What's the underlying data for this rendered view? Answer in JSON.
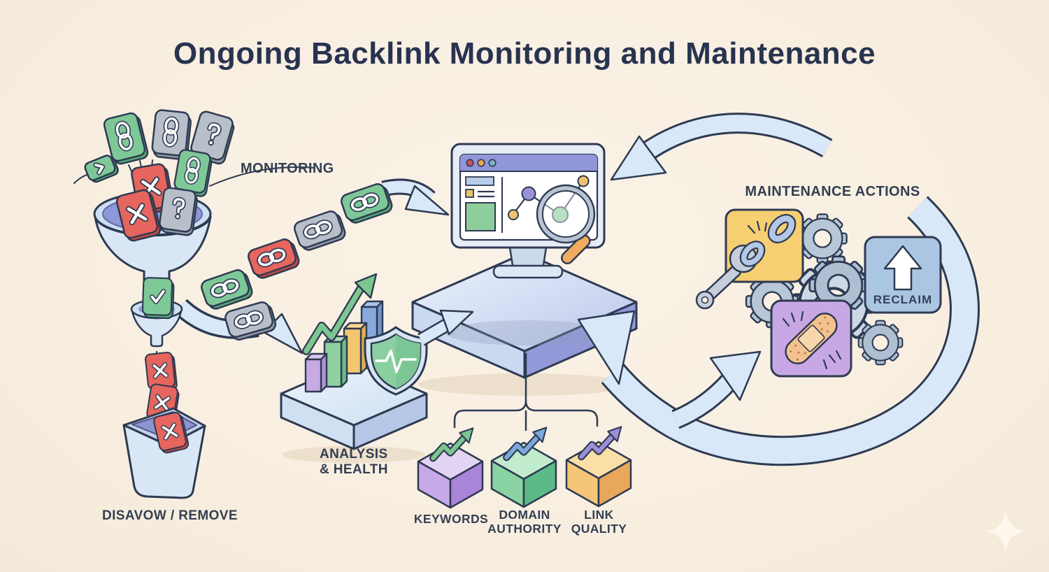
{
  "title": "Ongoing Backlink Monitoring and Maintenance",
  "labels": {
    "monitoring": "MONITORING",
    "maintenance_actions": "MAINTENANCE ACTIONS",
    "analysis_health": "ANALYSIS\n& HEALTH",
    "disavow_remove": "DISAVOW / REMOVE",
    "keywords": "KEYWORDS",
    "domain_authority": "DOMAIN\nAUTHORITY",
    "link_quality": "LINK\nQUALITY",
    "reclaim": "RECLAIM"
  },
  "palette": {
    "background": "#f8efe1",
    "ink_outline": "#2e3a52",
    "title_text": "#283350",
    "label_text": "#333f52",
    "arrow_fill": "#d9e8f8",
    "good_link_green": "#7ec897",
    "bad_link_red": "#e6655e",
    "unknown_link_gray": "#b8bfc9",
    "platform_side_purple": "#9298d8",
    "action_card_yellow": "#f6cf72",
    "action_card_purple": "#c7a8e4",
    "action_card_blue": "#abc6e2",
    "shield_green": "#8bcfa0",
    "magnifier_handle_orange": "#f2ab60"
  },
  "icons": [
    "funnel-icon",
    "chain-link-icon",
    "question-link-icon",
    "broken-link-icon",
    "check-icon",
    "cross-icon",
    "monitor-icon",
    "magnifier-icon",
    "bar-chart-icon",
    "shield-health-icon",
    "trash-bin-icon",
    "gear-icon",
    "wrench-icon",
    "bandage-icon",
    "reclaim-arrow-icon",
    "cube-icon",
    "sparkle-icon"
  ]
}
